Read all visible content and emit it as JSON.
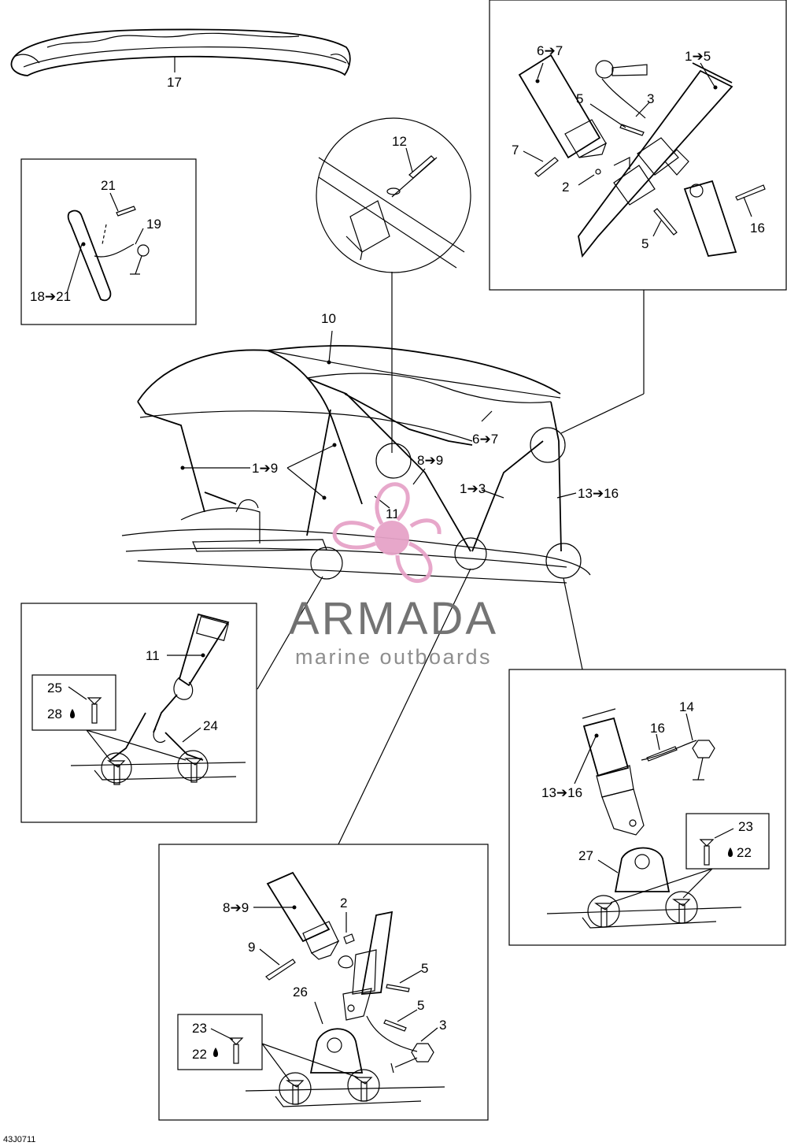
{
  "diagram_code": "43J0711",
  "watermark": {
    "brand": "ARMADA",
    "tagline": "marine outboards",
    "color_primary": "#e6a3c8",
    "color_text": "#6d6d6d"
  },
  "callouts": {
    "c17": "17",
    "c12": "12",
    "c21": "21",
    "c19": "19",
    "c18_21": "18➔21",
    "c10": "10",
    "c6_7_main": "6➔7",
    "c1_9": "1➔9",
    "c8_9_main": "8➔9",
    "c1_3": "1➔3",
    "c13_16_main": "13➔16",
    "c11_main": "11",
    "tr_6_7": "6➔7",
    "tr_1_5": "1➔5",
    "tr_5a": "5",
    "tr_3": "3",
    "tr_7": "7",
    "tr_2": "2",
    "tr_5b": "5",
    "tr_16": "16",
    "ml_11": "11",
    "ml_25": "25",
    "ml_28": "28",
    "ml_24": "24",
    "mr_14": "14",
    "mr_16": "16",
    "mr_13_16": "13➔16",
    "mr_23": "23",
    "mr_22": "22",
    "mr_27": "27",
    "bc_8_9": "8➔9",
    "bc_2": "2",
    "bc_9": "9",
    "bc_5a": "5",
    "bc_26": "26",
    "bc_5b": "5",
    "bc_3": "3",
    "bc_23": "23",
    "bc_22": "22"
  }
}
